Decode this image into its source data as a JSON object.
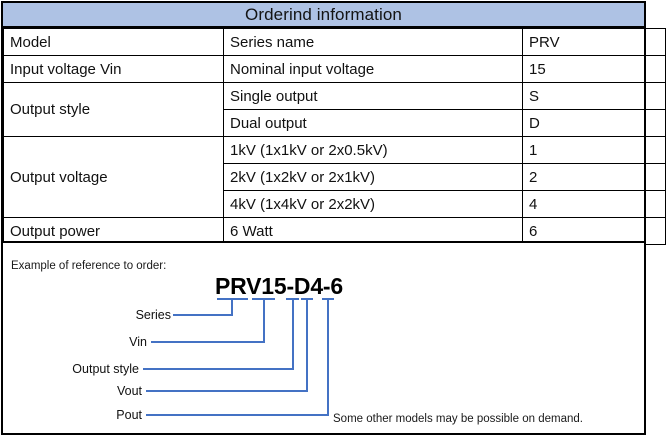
{
  "header": {
    "title": "Orderind information"
  },
  "colors": {
    "header_band": "#aec2e4",
    "leader_line": "#4472c4",
    "border": "#000000",
    "text": "#111111"
  },
  "table": {
    "rows": [
      {
        "parameter": "Model",
        "description": "Series name",
        "code": "PRV"
      },
      {
        "parameter": "Input voltage Vin",
        "description": "Nominal input voltage",
        "code": "15"
      },
      {
        "parameter": "Output style",
        "description": "Single output",
        "code": "S"
      },
      {
        "parameter": "",
        "description": "Dual output",
        "code": "D"
      },
      {
        "parameter": "Output voltage",
        "description": "1kV (1x1kV or 2x0.5kV)",
        "code": "1"
      },
      {
        "parameter": "",
        "description": "2kV (1x2kV or 2x1kV)",
        "code": "2"
      },
      {
        "parameter": "",
        "description": "4kV (1x4kV or 2x2kV)",
        "code": "4"
      },
      {
        "parameter": "Output power",
        "description": "6 Watt",
        "code": "6"
      }
    ]
  },
  "example": {
    "caption": "Example of reference to order:",
    "model_code": "PRV15-D4-6",
    "labels": [
      {
        "text": "Series"
      },
      {
        "text": "Vin"
      },
      {
        "text": "Output style"
      },
      {
        "text": "Vout"
      },
      {
        "text": "Pout"
      }
    ],
    "footnote": "Some other models may be possible on demand."
  }
}
